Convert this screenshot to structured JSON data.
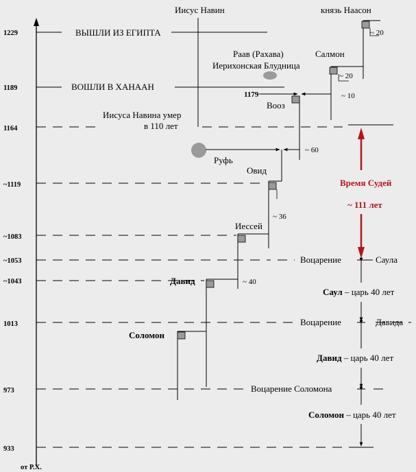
{
  "axis": {
    "origin_label": "от Р.Х.",
    "years": [
      "1229",
      "1189",
      "1164",
      "~1119",
      "~1083",
      "~1053",
      "~1043",
      "1013",
      "973",
      "933"
    ]
  },
  "events": {
    "exodus": "ВЫШЛИ ИЗ ЕГИПТА",
    "canaan": "ВОШЛИ В ХАНААН",
    "joshua_death_1": "Иисуса Навина умер",
    "joshua_death_2": "в 110 лет",
    "year_1179": "1179"
  },
  "people": {
    "joshua": "Иисус Навин",
    "nahshon": "князь Наасон",
    "rahab_1": "Раав (Рахава)",
    "rahab_2": "Иерихонская Блудница",
    "salmon": "Салмон",
    "boaz": "Вооз",
    "ruth": "Руфь",
    "obed": "Овид",
    "jesse": "Иессей",
    "david": "Давид",
    "solomon": "Соломон"
  },
  "intervals": {
    "nahshon_salmon": "~ 20",
    "salmon_boaz": "~ 20",
    "boaz_1179": "~ 10",
    "boaz_obed": "~ 60",
    "obed_jesse": "~ 36",
    "jesse_david": "~ 40"
  },
  "judges": {
    "line1": "Время  Судей",
    "line2": "~ 111 лет"
  },
  "reigns": {
    "saul_enthroned_word": "Воцарение",
    "saul_enthroned_name": "Саула",
    "saul_name": "Саул",
    "saul_rest": " – царь 40 лет",
    "david_enthroned_word": "Воцарение",
    "david_enthroned_name": "Давида",
    "david_name": "Давид",
    "david_rest": " – царь 40 лет",
    "solomon_enthroned": "Воцарение  Соломона",
    "solomon_name": "Соломон",
    "solomon_rest": " – царь 40 лет"
  },
  "colors": {
    "arrow_red": "#b3141a",
    "marker_gray": "#9a9a9a"
  }
}
